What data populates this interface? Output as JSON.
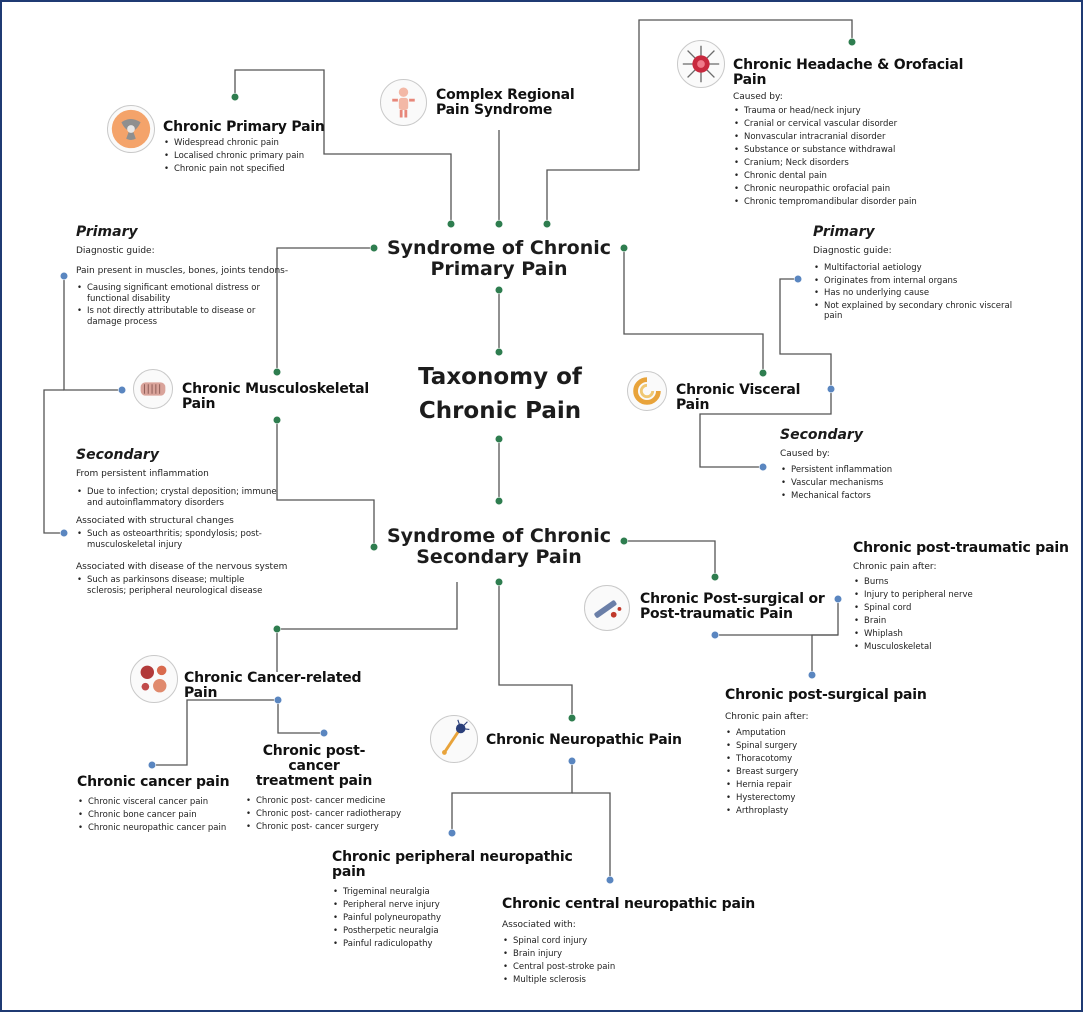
{
  "center": {
    "line1": "Taxonomy of",
    "line2": "Chronic Pain"
  },
  "primary_syndrome": {
    "line1": "Syndrome of Chronic",
    "line2": "Primary Pain"
  },
  "secondary_syndrome": {
    "line1": "Syndrome of Chronic",
    "line2": "Secondary Pain"
  },
  "chronic_primary_pain": {
    "title": "Chronic Primary Pain",
    "items": [
      "Widespread chronic pain",
      "Localised chronic primary pain",
      "Chronic pain not specified"
    ]
  },
  "crps": {
    "line1": "Complex Regional",
    "line2": "Pain Syndrome"
  },
  "headache": {
    "title": "Chronic Headache & Orofacial Pain",
    "subtitle": "Caused by:",
    "items": [
      "Trauma or head/neck injury",
      "Cranial or cervical vascular disorder",
      "Nonvascular intracranial disorder",
      "Substance or substance withdrawal",
      "Cranium; Neck disorders",
      "Chronic dental pain",
      "Chronic neuropathic orofacial pain",
      "Chronic tempromandibular disorder pain"
    ]
  },
  "msk_primary": {
    "title": "Primary",
    "subtitle": "Diagnostic guide:",
    "text": "Pain present in muscles, bones, joints tendons-",
    "items": [
      "Causing significant emotional distress or functional disability",
      "Is not directly attributable to disease or damage process"
    ]
  },
  "musculoskeletal": {
    "title": "Chronic Musculoskeletal Pain"
  },
  "msk_secondary": {
    "title": "Secondary",
    "subtitle": "From persistent inflammation",
    "items": [
      "Due to infection; crystal deposition; immune and autoinflammatory disorders"
    ],
    "subtitle2": "Associated with structural changes",
    "items2": [
      "Such as osteoarthritis; spondylosis; post-musculoskeletal injury"
    ],
    "subtitle3": "Associated with disease of the nervous system",
    "items3": [
      "Such as parkinsons disease; multiple sclerosis; peripheral neurological disease"
    ]
  },
  "visceral_primary": {
    "title": "Primary",
    "subtitle": "Diagnostic guide:",
    "items": [
      "Multifactorial aetiology",
      "Originates from internal organs",
      "Has no underlying cause",
      "Not explained by secondary chronic visceral pain"
    ]
  },
  "visceral": {
    "title": "Chronic Visceral Pain"
  },
  "visceral_secondary": {
    "title": "Secondary",
    "subtitle": "Caused by:",
    "items": [
      "Persistent inflammation",
      "Vascular mechanisms",
      "Mechanical factors"
    ]
  },
  "post_surgical": {
    "line1": "Chronic Post-surgical or",
    "line2": "Post-traumatic Pain"
  },
  "post_traumatic_pain": {
    "title": "Chronic post-traumatic pain",
    "subtitle": "Chronic pain after:",
    "items": [
      "Burns",
      "Injury to peripheral nerve",
      "Spinal cord",
      "Brain",
      "Whiplash",
      "Musculoskeletal"
    ]
  },
  "post_surgical_pain": {
    "title": "Chronic post-surgical pain",
    "subtitle": "Chronic pain after:",
    "items": [
      "Amputation",
      "Spinal surgery",
      "Thoracotomy",
      "Breast surgery",
      "Hernia repair",
      "Hysterectomy",
      "Arthroplasty"
    ]
  },
  "cancer": {
    "title": "Chronic Cancer-related Pain"
  },
  "cancer_pain": {
    "title": "Chronic cancer pain",
    "items": [
      "Chronic visceral cancer pain",
      "Chronic bone cancer pain",
      "Chronic neuropathic cancer pain"
    ]
  },
  "cancer_treatment": {
    "line1": "Chronic post- cancer",
    "line2": "treatment pain",
    "items": [
      "Chronic post- cancer medicine",
      "Chronic post- cancer radiotherapy",
      "Chronic post- cancer surgery"
    ]
  },
  "neuropathic": {
    "title": "Chronic Neuropathic Pain"
  },
  "peripheral_neuropathic": {
    "title": "Chronic peripheral neuropathic  pain",
    "items": [
      "Trigeminal neuralgia",
      "Peripheral nerve injury",
      "Painful polyneuropathy",
      "Postherpetic neuralgia",
      "Painful radiculopathy"
    ]
  },
  "central_neuropathic": {
    "title": "Chronic central neuropathic  pain",
    "subtitle": "Associated with:",
    "items": [
      "Spinal cord injury",
      "Brain injury",
      "Central post-stroke pain",
      "Multiple sclerosis"
    ]
  },
  "colors": {
    "line": "#555555",
    "green_dot": "#2e7d4f",
    "blue_dot": "#5a86c0",
    "border": "#1f3a73"
  }
}
